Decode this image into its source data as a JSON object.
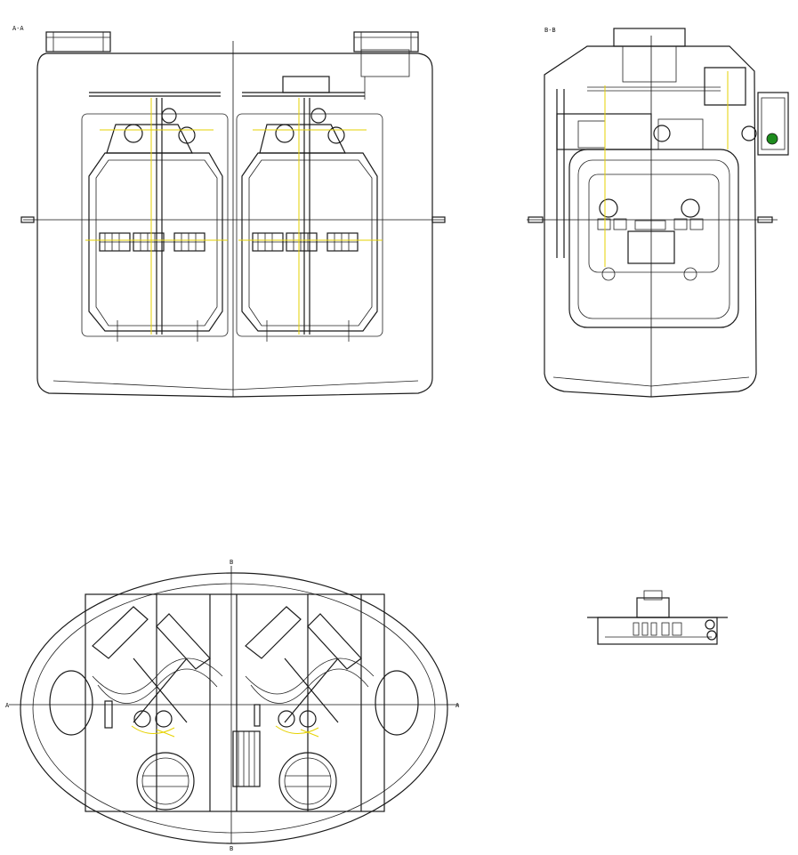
{
  "views": {
    "aa": {
      "label": "A-A"
    },
    "bb": {
      "label": "B-B"
    },
    "plan": {
      "marker_top": "B",
      "marker_bottom": "B",
      "marker_left": "A",
      "marker_right": "A"
    }
  },
  "colors": {
    "line": "#1a1a1a",
    "accent": "#e6d200",
    "green": "#1e8c1e",
    "background": "#ffffff"
  },
  "icons": [
    "cut-line-marker",
    "valve-assembly",
    "tank-chamber"
  ]
}
